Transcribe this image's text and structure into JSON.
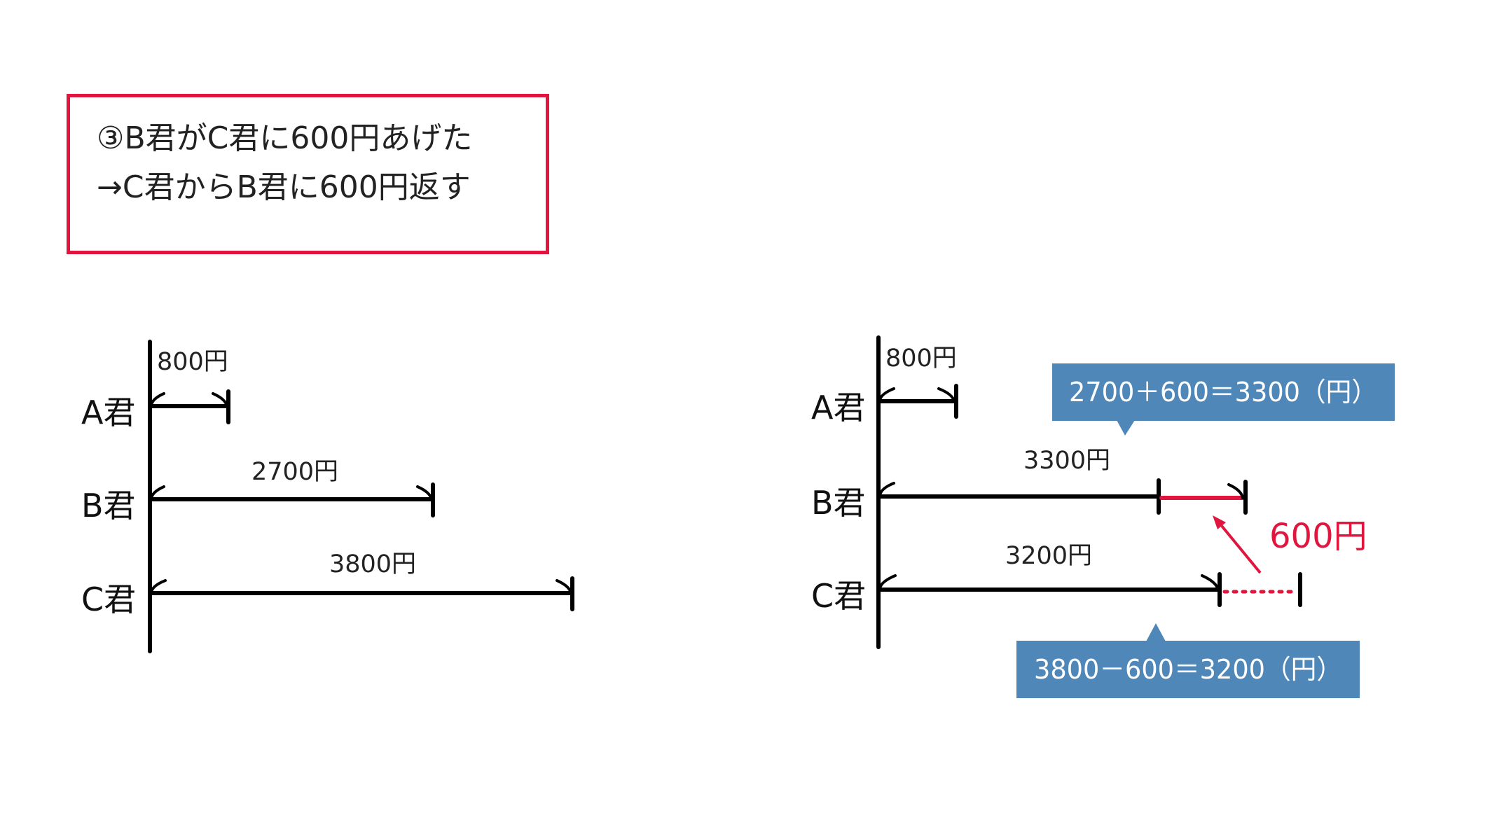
{
  "note": {
    "line1": "③B君がC君に600円あげた",
    "line2": "→C君からB君に600円返す"
  },
  "before": {
    "rows": [
      {
        "name": "A君",
        "amount": "800円"
      },
      {
        "name": "B君",
        "amount": "2700円"
      },
      {
        "name": "C君",
        "amount": "3800円"
      }
    ]
  },
  "after": {
    "rows": [
      {
        "name": "A君",
        "amount": "800円"
      },
      {
        "name": "B君",
        "amount": "3300円"
      },
      {
        "name": "C君",
        "amount": "3200円"
      }
    ],
    "transfer_label": "600円",
    "callout_b": "2700＋600＝3300（円）",
    "callout_c": "3800－600＝3200（円）"
  },
  "colors": {
    "accent_red": "#e0163e",
    "callout_blue": "#4f88b8",
    "line": "#000000"
  }
}
